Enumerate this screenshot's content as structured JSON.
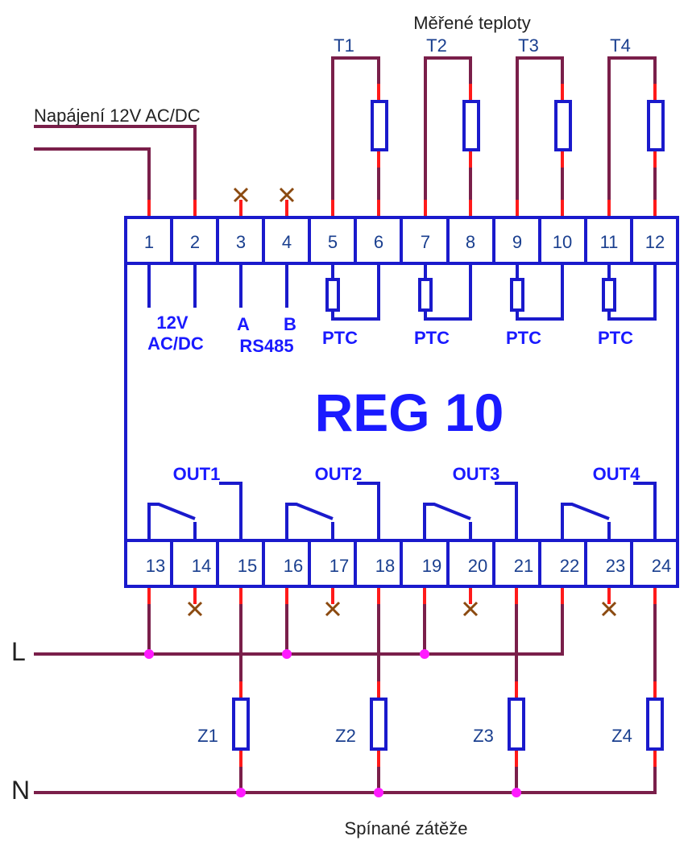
{
  "title_top": "Měřené teploty",
  "supply_label": "Napájení 12V AC/DC",
  "device_name": "REG 10",
  "bottom_label": "Spínané zátěže",
  "line_L": "L",
  "line_N": "N",
  "top_terminals": [
    "1",
    "2",
    "3",
    "4",
    "5",
    "6",
    "7",
    "8",
    "9",
    "10",
    "11",
    "12"
  ],
  "bottom_terminals": [
    "13",
    "14",
    "15",
    "16",
    "17",
    "18",
    "19",
    "20",
    "21",
    "22",
    "23",
    "24"
  ],
  "sensors": [
    "T1",
    "T2",
    "T3",
    "T4"
  ],
  "loads": [
    "Z1",
    "Z2",
    "Z3",
    "Z4"
  ],
  "outputs": [
    "OUT1",
    "OUT2",
    "OUT3",
    "OUT4"
  ],
  "ptc_label": "PTC",
  "power_label_1": "12V",
  "power_label_2": "AC/DC",
  "rs_a": "A",
  "rs_b": "B",
  "rs_label": "RS485",
  "colors": {
    "wire": "#7a1f4a",
    "lead": "#ff1a1a",
    "box": "#1a1acc",
    "node": "#ff1aff",
    "cross": "#8b4a10"
  }
}
